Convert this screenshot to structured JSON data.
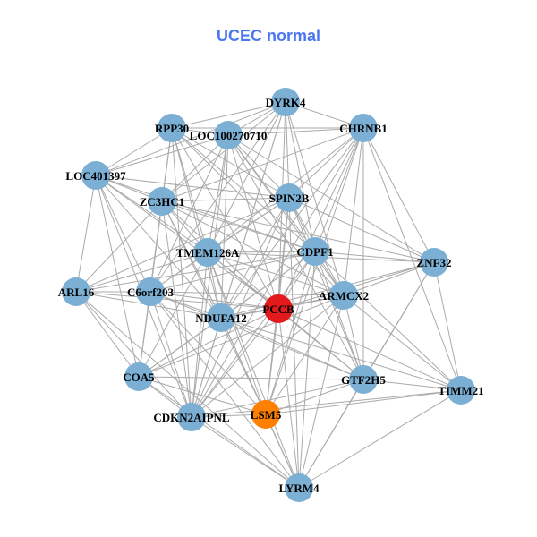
{
  "title": "UCEC normal",
  "colors": {
    "default": "#7bafd4",
    "highlight": "#e31a1c",
    "secondary": "#ff7f00",
    "edge": "#aaaaaa"
  },
  "nodes": [
    {
      "id": "DYRK4",
      "color": "default"
    },
    {
      "id": "RPP30",
      "color": "default"
    },
    {
      "id": "LOC100270710",
      "color": "default"
    },
    {
      "id": "CHRNB1",
      "color": "default"
    },
    {
      "id": "LOC401397",
      "color": "default"
    },
    {
      "id": "ZC3HC1",
      "color": "default"
    },
    {
      "id": "SPIN2B",
      "color": "default"
    },
    {
      "id": "TMEM126A",
      "color": "default"
    },
    {
      "id": "CDPF1",
      "color": "default"
    },
    {
      "id": "ZNF32",
      "color": "default"
    },
    {
      "id": "ARL16",
      "color": "default"
    },
    {
      "id": "C6orf203",
      "color": "default"
    },
    {
      "id": "PCCB",
      "color": "highlight"
    },
    {
      "id": "ARMCX2",
      "color": "default"
    },
    {
      "id": "NDUFA12",
      "color": "default"
    },
    {
      "id": "COA5",
      "color": "default"
    },
    {
      "id": "GTF2H5",
      "color": "default"
    },
    {
      "id": "TIMM21",
      "color": "default"
    },
    {
      "id": "CDKN2AIPNL",
      "color": "default"
    },
    {
      "id": "LSM5",
      "color": "secondary"
    },
    {
      "id": "LYRM4",
      "color": "default"
    }
  ],
  "adjacency": {
    "DYRK4": [
      "RPP30",
      "LOC100270710",
      "CHRNB1",
      "ZC3HC1",
      "SPIN2B",
      "TMEM126A",
      "CDPF1",
      "PCCB",
      "C6orf203",
      "NDUFA12",
      "ARMCX2",
      "LOC401397",
      "CDKN2AIPNL"
    ],
    "CHRNB1": [
      "RPP30",
      "LOC100270710",
      "SPIN2B",
      "CDPF1",
      "ZNF32",
      "TIMM21",
      "GTF2H5",
      "ARMCX2",
      "ZC3HC1",
      "TMEM126A",
      "PCCB",
      "NDUFA12",
      "LSM5",
      "CDKN2AIPNL"
    ],
    "RPP30": [
      "LOC100270710",
      "ZC3HC1",
      "SPIN2B",
      "TMEM126A",
      "C6orf203",
      "NDUFA12",
      "PCCB",
      "CDPF1",
      "COA5",
      "CDKN2AIPNL",
      "ARMCX2"
    ],
    "LOC100270710": [
      "LOC401397",
      "ZC3HC1",
      "SPIN2B",
      "TMEM126A",
      "C6orf203",
      "NDUFA12",
      "CDPF1",
      "ARMCX2",
      "PCCB",
      "CDKN2AIPNL",
      "ZNF32",
      "GTF2H5"
    ],
    "LOC401397": [
      "RPP30",
      "ZC3HC1",
      "ARL16",
      "C6orf203",
      "TMEM126A",
      "NDUFA12",
      "COA5",
      "CDKN2AIPNL",
      "SPIN2B",
      "PCCB",
      "CDPF1"
    ],
    "ZC3HC1": [
      "SPIN2B",
      "TMEM126A",
      "ARL16",
      "C6orf203",
      "NDUFA12",
      "CDPF1",
      "PCCB",
      "ARMCX2",
      "COA5",
      "CDKN2AIPNL",
      "LSM5",
      "ZNF32"
    ],
    "SPIN2B": [
      "TMEM126A",
      "CDPF1",
      "ARMCX2",
      "PCCB",
      "NDUFA12",
      "C6orf203",
      "ZNF32",
      "GTF2H5",
      "LSM5",
      "LYRM4",
      "CDKN2AIPNL",
      "ARL16"
    ],
    "TMEM126A": [
      "CDPF1",
      "ARL16",
      "C6orf203",
      "NDUFA12",
      "PCCB",
      "ARMCX2",
      "COA5",
      "CDKN2AIPNL",
      "LSM5",
      "LYRM4",
      "GTF2H5",
      "ZNF32"
    ],
    "CDPF1": [
      "ARMCX2",
      "PCCB",
      "ZNF32",
      "NDUFA12",
      "C6orf203",
      "ARL16",
      "GTF2H5",
      "TIMM21",
      "LSM5",
      "CDKN2AIPNL",
      "LYRM4",
      "COA5"
    ],
    "ZNF32": [
      "ARMCX2",
      "TIMM21",
      "GTF2H5",
      "PCCB",
      "NDUFA12",
      "LYRM4"
    ],
    "ARL16": [
      "C6orf203",
      "NDUFA12",
      "COA5",
      "CDKN2AIPNL",
      "PCCB",
      "LYRM4"
    ],
    "C6orf203": [
      "NDUFA12",
      "PCCB",
      "COA5",
      "CDKN2AIPNL",
      "LSM5",
      "LYRM4",
      "ARMCX2",
      "GTF2H5"
    ],
    "PCCB": [
      "ARMCX2",
      "NDUFA12",
      "GTF2H5",
      "TIMM21",
      "LSM5",
      "CDKN2AIPNL",
      "LYRM4",
      "COA5"
    ],
    "ARMCX2": [
      "NDUFA12",
      "GTF2H5",
      "TIMM21",
      "LSM5",
      "LYRM4",
      "CDKN2AIPNL",
      "COA5"
    ],
    "NDUFA12": [
      "GTF2H5",
      "COA5",
      "CDKN2AIPNL",
      "LSM5",
      "LYRM4",
      "TIMM21"
    ],
    "COA5": [
      "CDKN2AIPNL",
      "LYRM4",
      "GTF2H5",
      "LSM5"
    ],
    "GTF2H5": [
      "TIMM21",
      "LSM5",
      "LYRM4",
      "CDKN2AIPNL"
    ],
    "TIMM21": [
      "LSM5",
      "LYRM4",
      "CDKN2AIPNL"
    ],
    "CDKN2AIPNL": [
      "LSM5",
      "LYRM4"
    ],
    "LSM5": [
      "LYRM4"
    ]
  }
}
